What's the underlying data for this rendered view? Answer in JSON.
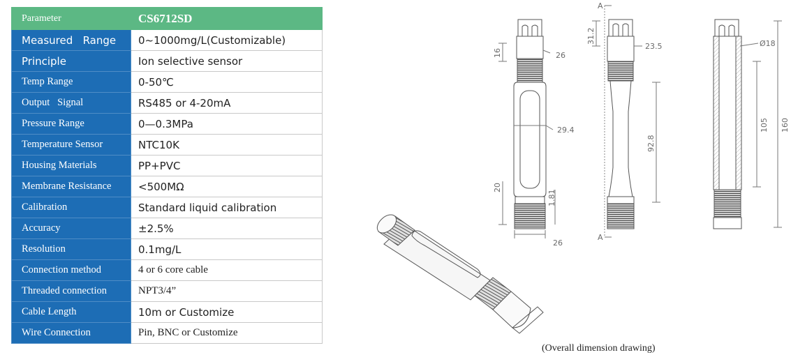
{
  "table": {
    "header": {
      "label": "Parameter",
      "model": "CS6712SD"
    },
    "rows": [
      {
        "label": "Measured   Range",
        "value": "0~1000mg/L(Customizable)"
      },
      {
        "label": "Principle",
        "value": "Ion selective sensor"
      },
      {
        "label": "Temp Range",
        "value": "0-50℃"
      },
      {
        "label": "Output   Signal",
        "value": "RS485 or 4-20mA"
      },
      {
        "label": "Pressure Range",
        "value": "0—0.3MPa"
      },
      {
        "label": "Temperature Sensor",
        "value": "NTC10K"
      },
      {
        "label": "Housing Materials",
        "value": "PP+PVC"
      },
      {
        "label": "Membrane Resistance",
        "value": "<500MΩ"
      },
      {
        "label": "Calibration",
        "value": "Standard liquid calibration"
      },
      {
        "label": "Accuracy",
        "value": "±2.5%"
      },
      {
        "label": "Resolution",
        "value": "0.1mg/L"
      },
      {
        "label": "Connection method",
        "value": "4 or 6 core cable"
      },
      {
        "label": "Threaded connection",
        "value": "NPT3/4”"
      },
      {
        "label": "Cable Length",
        "value": "10m or Customize"
      },
      {
        "label": "Wire Connection",
        "value": "Pin, BNC or Customize"
      }
    ]
  },
  "drawing": {
    "dims": {
      "d16": "16",
      "d26a": "26",
      "d29_4": "29.4",
      "d20": "20",
      "d1_81": "1.81",
      "d26b": "26",
      "d31_2": "31.2",
      "d23_5": "23.5",
      "d92_8": "92.8",
      "a_top": "A",
      "a_bottom": "A",
      "d18": "Ø18",
      "d105": "105",
      "d160": "160"
    },
    "caption": "(Overall dimension drawing)"
  }
}
